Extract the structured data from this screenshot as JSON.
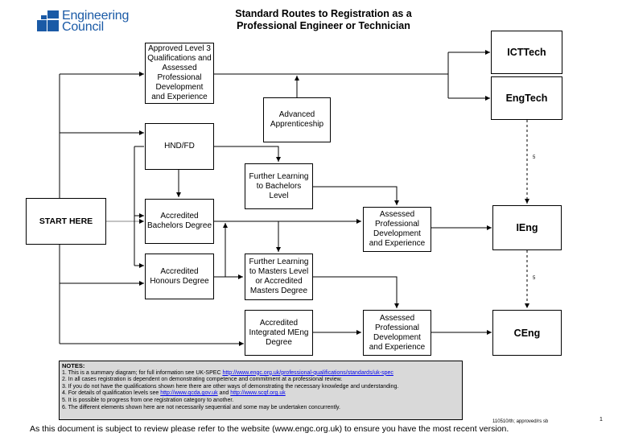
{
  "logo": {
    "line1": "Engineering",
    "line2": "Council",
    "brand_color": "#1a5aa6"
  },
  "title": {
    "line1": "Standard Routes to Registration as a",
    "line2": "Professional Engineer or Technician"
  },
  "nodes": {
    "approved_l3": [
      "Approved Level 3",
      "Qualifications and",
      "Assessed",
      "Professional",
      "Development",
      "and Experience"
    ],
    "advanced_app": [
      "Advanced",
      "Apprenticeship"
    ],
    "hnd": [
      "HND/FD"
    ],
    "fl_bachelors": [
      "Further Learning",
      "to Bachelors",
      "Level"
    ],
    "acc_bachelors": [
      "Accredited",
      "Bachelors Degree"
    ],
    "acc_honours": [
      "Accredited",
      "Honours Degree"
    ],
    "fl_masters": [
      "Further Learning",
      "to Masters Level",
      "or Accredited",
      "Masters Degree"
    ],
    "meng": [
      "Accredited",
      "Integrated MEng",
      "Degree"
    ],
    "apde1": [
      "Assessed",
      "Professional",
      "Development",
      "and Experience"
    ],
    "apde2": [
      "Assessed",
      "Professional",
      "Development",
      "and Experience"
    ],
    "start": [
      "START HERE"
    ],
    "icttech": [
      "ICTTech"
    ],
    "engtech": [
      "EngTech"
    ],
    "ieng": [
      "IEng"
    ],
    "ceng": [
      "CEng"
    ]
  },
  "step_labels": [
    "5",
    "5"
  ],
  "notes": {
    "heading": "NOTES:",
    "n1_text": "1. This is a summary diagram; for full information see UK-SPEC ",
    "n1_link": "http://www.engc.org.uk/professional-qualifications/standards/uk-spec",
    "n2": "2. In all cases registration is dependent on demonstrating competence and commitment at a professional review.",
    "n3": "3. If you do not have the qualifications shown here there are other ways of demonstrating the necessary knowledge and understanding.",
    "n4_text": "4. For details of qualification levels see ",
    "n4_link1": "http://www.qcda.gov.uk",
    "n4_and": " and ",
    "n4_link2": "http://www.scqf.org.uk",
    "n5": "5. It is possible to progress from one registration category to another.",
    "n6": "6. The different elements shown here are not necessarily sequential and some may be undertaken concurrently."
  },
  "reference": "110510/th; approved/rs sb",
  "page_number": "1",
  "footer": "As this document is subject to review please refer to the website (www.engc.org.uk) to ensure you have the most recent version."
}
